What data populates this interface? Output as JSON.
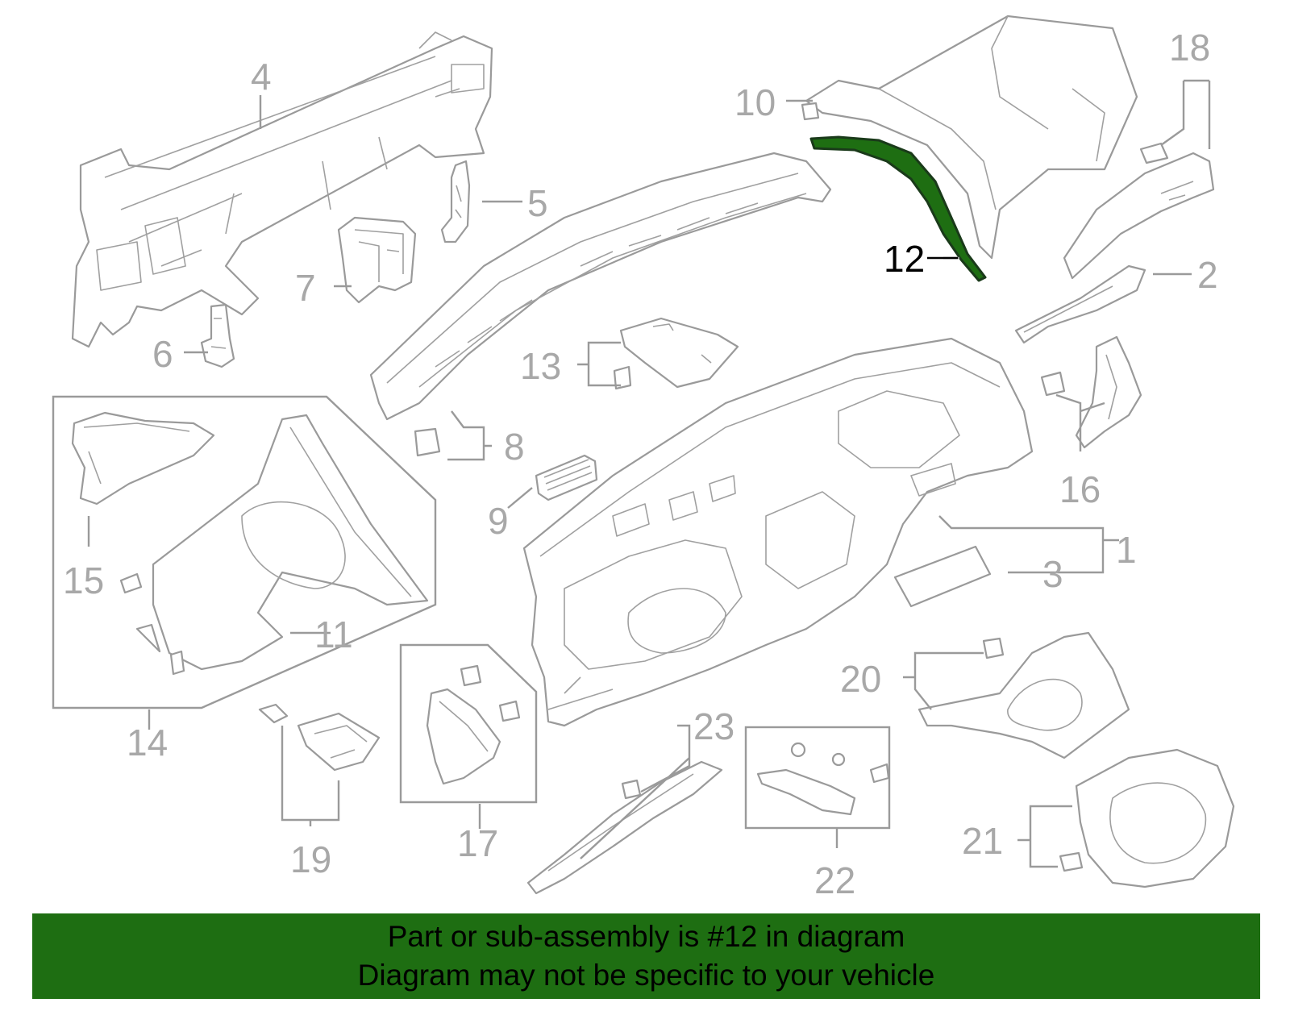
{
  "diagram": {
    "highlight_color": "#1e6e12",
    "highlighted_part": "12",
    "labels": [
      {
        "id": "1",
        "text": "1"
      },
      {
        "id": "2",
        "text": "2"
      },
      {
        "id": "3",
        "text": "3"
      },
      {
        "id": "4",
        "text": "4"
      },
      {
        "id": "5",
        "text": "5"
      },
      {
        "id": "6",
        "text": "6"
      },
      {
        "id": "7",
        "text": "7"
      },
      {
        "id": "8",
        "text": "8"
      },
      {
        "id": "9",
        "text": "9"
      },
      {
        "id": "10",
        "text": "10"
      },
      {
        "id": "11",
        "text": "11"
      },
      {
        "id": "12",
        "text": "12"
      },
      {
        "id": "13",
        "text": "13"
      },
      {
        "id": "14",
        "text": "14"
      },
      {
        "id": "15",
        "text": "15"
      },
      {
        "id": "16",
        "text": "16"
      },
      {
        "id": "17",
        "text": "17"
      },
      {
        "id": "18",
        "text": "18"
      },
      {
        "id": "19",
        "text": "19"
      },
      {
        "id": "20",
        "text": "20"
      },
      {
        "id": "21",
        "text": "21"
      },
      {
        "id": "22",
        "text": "22"
      },
      {
        "id": "23",
        "text": "23"
      }
    ]
  },
  "banner": {
    "line1": "Part or sub-assembly is #12 in diagram",
    "line2": "Diagram may not be specific to your vehicle"
  }
}
